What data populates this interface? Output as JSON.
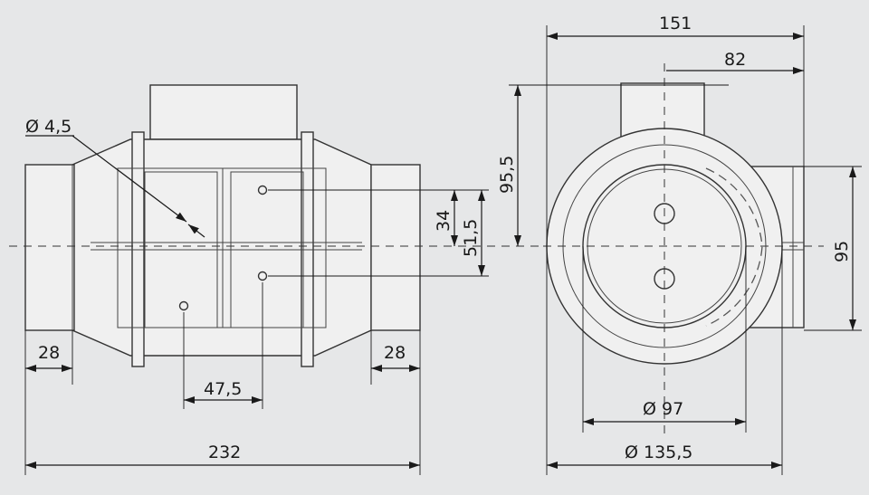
{
  "dimensions": {
    "hole_diameter": "Ø 4,5",
    "left_collar_length": "28",
    "right_collar_length": "28",
    "hole_spacing_horizontal": "47,5",
    "overall_length": "232",
    "hole_offset_upper": "34",
    "hole_offset_lower": "51,5",
    "overall_width": "151",
    "terminal_box_offset": "82",
    "height_to_top": "95,5",
    "outlet_height": "95",
    "inner_diameter": "Ø 97",
    "outer_diameter": "Ø 135,5"
  }
}
